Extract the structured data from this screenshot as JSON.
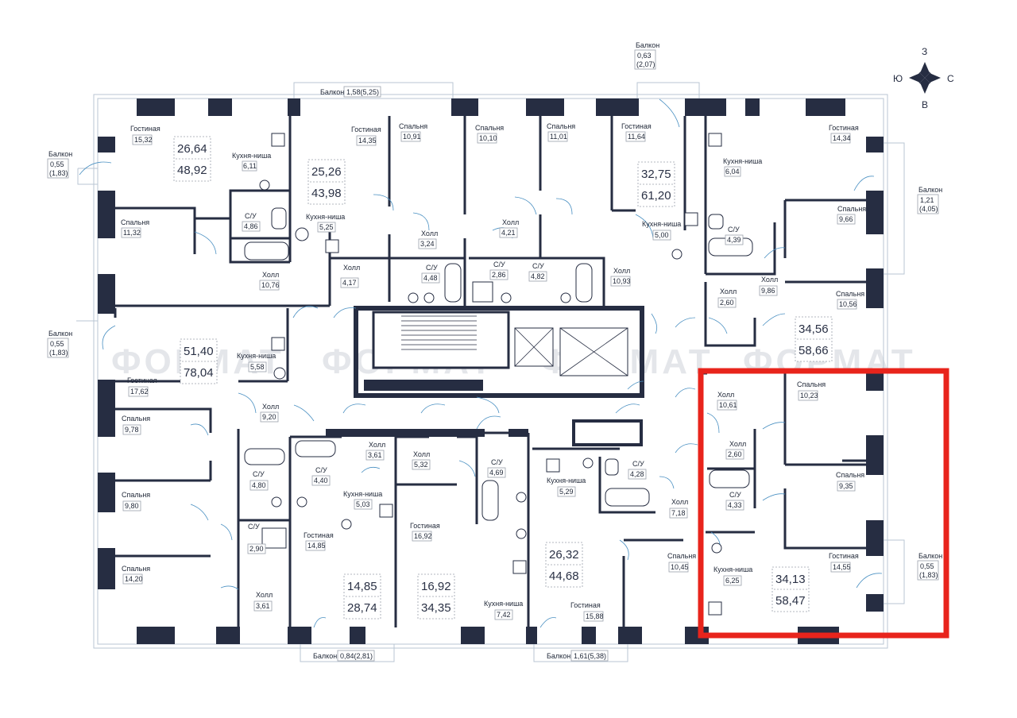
{
  "compass": {
    "n": "З",
    "e": "С",
    "s": "В",
    "w": "Ю"
  },
  "watermark": "ФОРМАТ",
  "colors": {
    "wall": "#262d42",
    "highlight": "#e8241c",
    "door": "#4a90c2",
    "glass": "#b9c6d3"
  },
  "balconies": [
    {
      "label": "Балкон",
      "area": "1,58(5,25)",
      "inline": true
    },
    {
      "label": "Балкон",
      "area": "0,63",
      "area2": "(2,07)"
    },
    {
      "label": "Балкон",
      "area": "0,55",
      "area2": "(1,83)"
    },
    {
      "label": "Балкон",
      "area": "0,55",
      "area2": "(1,83)"
    },
    {
      "label": "Балкон",
      "area": "1,21",
      "area2": "(4,05)"
    },
    {
      "label": "Балкон",
      "area": "0,55",
      "area2": "(1,83)"
    },
    {
      "label": "Балкон",
      "area": "0,84(2,81)",
      "inline": true
    },
    {
      "label": "Балкон",
      "area": "1,61(5,38)",
      "inline": true
    }
  ],
  "apartments": [
    {
      "living": "26,64",
      "total": "48,92"
    },
    {
      "living": "25,26",
      "total": "43,98"
    },
    {
      "living": "32,75",
      "total": "61,20"
    },
    {
      "living": "34,56",
      "total": "58,66"
    },
    {
      "living": "51,40",
      "total": "78,04"
    },
    {
      "living": "14,85",
      "total": "28,74"
    },
    {
      "living": "16,92",
      "total": "34,35"
    },
    {
      "living": "26,32",
      "total": "44,68"
    },
    {
      "living": "34,13",
      "total": "58,47"
    }
  ],
  "rooms": [
    {
      "name": "Гостиная",
      "area": "15,32"
    },
    {
      "name": "Кухня-ниша",
      "area": "6,11"
    },
    {
      "name": "Гостиная",
      "area": "14,35"
    },
    {
      "name": "Спальня",
      "area": "10,91"
    },
    {
      "name": "Спальня",
      "area": "10,10"
    },
    {
      "name": "Спальня",
      "area": "11,01"
    },
    {
      "name": "Гостиная",
      "area": "11,64"
    },
    {
      "name": "Кухня-ниша",
      "area": "6,04"
    },
    {
      "name": "Гостиная",
      "area": "14,34"
    },
    {
      "name": "Спальня",
      "area": "11,32"
    },
    {
      "name": "С/У",
      "area": "4,86"
    },
    {
      "name": "Кухня-ниша",
      "area": "5,25"
    },
    {
      "name": "Холл",
      "area": "3,24"
    },
    {
      "name": "Холл",
      "area": "4,21"
    },
    {
      "name": "Кухня-ниша",
      "area": "5,00"
    },
    {
      "name": "С/У",
      "area": "4,39"
    },
    {
      "name": "Спальня",
      "area": "9,66"
    },
    {
      "name": "Холл",
      "area": "10,76"
    },
    {
      "name": "Холл",
      "area": "4,17"
    },
    {
      "name": "С/У",
      "area": "4,48"
    },
    {
      "name": "С/У",
      "area": "2,86"
    },
    {
      "name": "С/У",
      "area": "4,82"
    },
    {
      "name": "Холл",
      "area": "10,93"
    },
    {
      "name": "Холл",
      "area": "2,60"
    },
    {
      "name": "Холл",
      "area": "9,86"
    },
    {
      "name": "Спальня",
      "area": "10,56"
    },
    {
      "name": "Кухня-ниша",
      "area": "5,58"
    },
    {
      "name": "Гостиная",
      "area": "17,62"
    },
    {
      "name": "Холл",
      "area": "9,20"
    },
    {
      "name": "Спальня",
      "area": "9,78"
    },
    {
      "name": "Холл",
      "area": "3,61"
    },
    {
      "name": "Холл",
      "area": "5,32"
    },
    {
      "name": "С/У",
      "area": "4,69"
    },
    {
      "name": "Холл",
      "area": "10,61"
    },
    {
      "name": "Спальня",
      "area": "10,23"
    },
    {
      "name": "Холл",
      "area": "2,60"
    },
    {
      "name": "С/У",
      "area": "4,80"
    },
    {
      "name": "С/У",
      "area": "4,40"
    },
    {
      "name": "Кухня-ниша",
      "area": "5,03"
    },
    {
      "name": "Кухня-ниша",
      "area": "5,29"
    },
    {
      "name": "С/У",
      "area": "4,28"
    },
    {
      "name": "С/У",
      "area": "4,33"
    },
    {
      "name": "Спальня",
      "area": "9,35"
    },
    {
      "name": "Спальня",
      "area": "9,80"
    },
    {
      "name": "Холл",
      "area": "7,18"
    },
    {
      "name": "С/У",
      "area": "2,90"
    },
    {
      "name": "Гостиная",
      "area": "14,85"
    },
    {
      "name": "Гостиная",
      "area": "16,92"
    },
    {
      "name": "Спальня",
      "area": "10,45"
    },
    {
      "name": "Гостиная",
      "area": "14,55"
    },
    {
      "name": "Кухня-ниша",
      "area": "6,25"
    },
    {
      "name": "Спальня",
      "area": "14,20"
    },
    {
      "name": "Холл",
      "area": "3,61"
    },
    {
      "name": "Кухня-ниша",
      "area": "7,42"
    },
    {
      "name": "Гостиная",
      "area": "15,88"
    }
  ]
}
